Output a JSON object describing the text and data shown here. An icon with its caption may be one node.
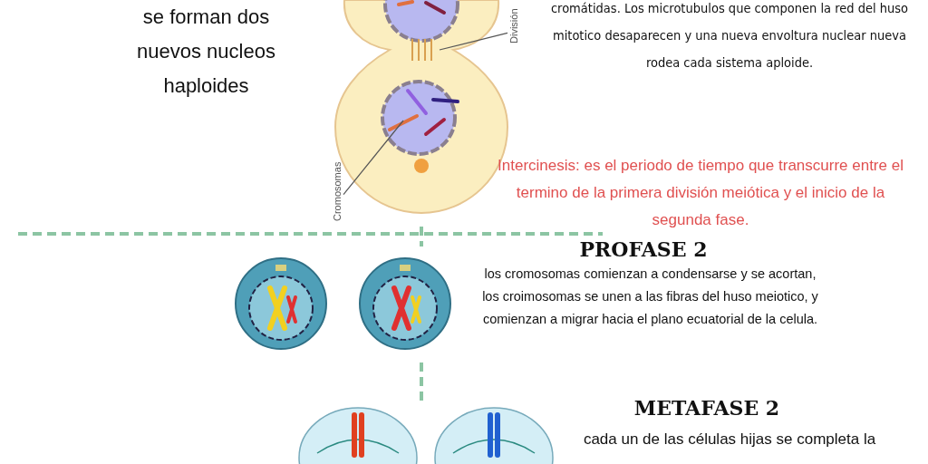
{
  "diagram": {
    "nodes": [
      {
        "text": [
          "División"
        ]
      },
      {
        "text": [
          "Cromosomas"
        ]
      }
    ],
    "edges": [
      {
        "from": 0,
        "to": null,
        "arrow": "none"
      },
      {
        "from": 1,
        "to": null,
        "arrow": "none"
      }
    ],
    "labels": [
      "se forman dos nuevos nucleos haploides",
      "cromátidas. Los microtubulos que componen la red del huso mitotico desaparecen y una nueva envoltura nuclear nueva rodea cada sistema aploide.",
      "Intercinesis: es el periodo de tiempo que transcurre entre el termino de la primera división meiótica y el inicio de la segunda fase.",
      "PROFASE 2",
      "los cromosomas comienzan a condensarse y se acortan, los croimosomas se unen a las fibras del huso meiotico, y comienzan a migrar hacia el plano ecuatorial de la celula.",
      "METAFASE 2",
      "cada un de las células hijas se completa la"
    ]
  }
}
